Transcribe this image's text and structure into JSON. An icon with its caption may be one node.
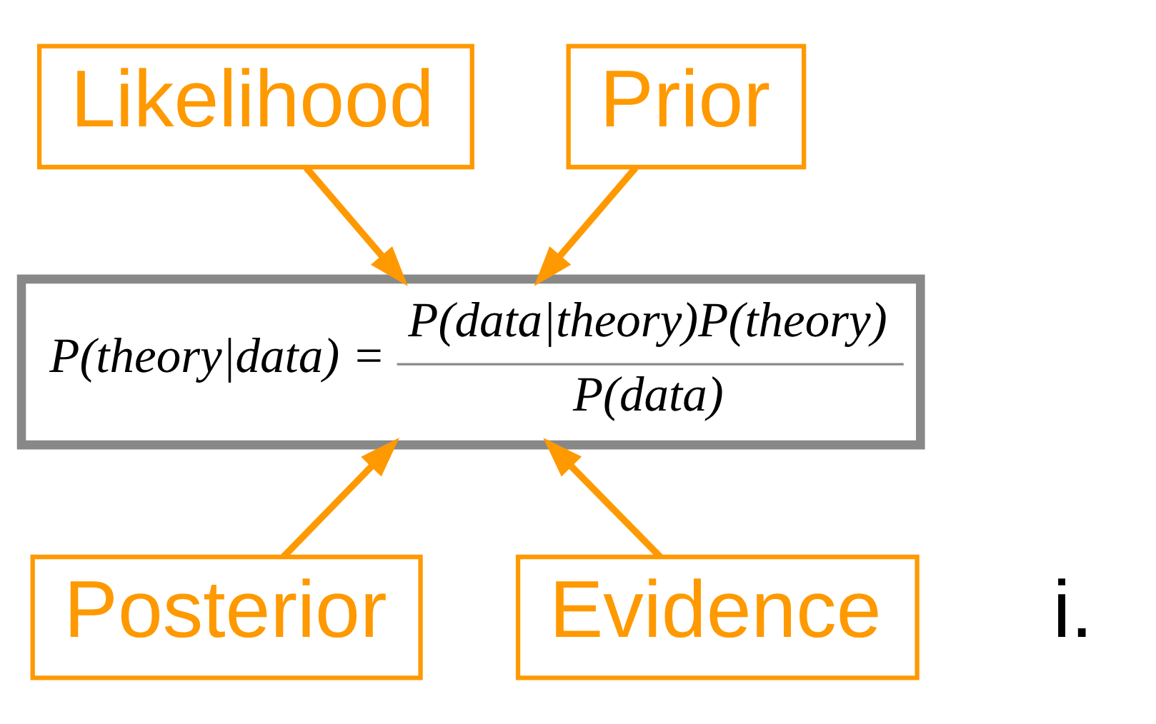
{
  "diagram": {
    "nodes": [
      {
        "text": [
          "Likelihood"
        ]
      },
      {
        "text": [
          "Prior"
        ]
      },
      {
        "text": [
          "P(theory|data) =",
          "P(data|theory)P(theory)",
          "P(data)"
        ]
      },
      {
        "text": [
          "Posterior"
        ]
      },
      {
        "text": [
          "Evidence"
        ]
      }
    ],
    "edges": [
      {
        "from": 0,
        "to": 2,
        "arrow": "to"
      },
      {
        "from": 1,
        "to": 2,
        "arrow": "to"
      },
      {
        "from": 3,
        "to": 2,
        "arrow": "to"
      },
      {
        "from": 4,
        "to": 2,
        "arrow": "to"
      }
    ],
    "labels": [
      "i."
    ]
  }
}
